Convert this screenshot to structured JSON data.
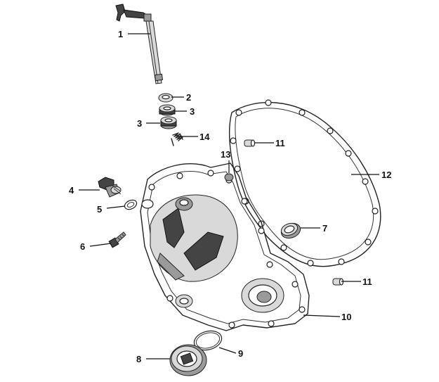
{
  "callouts": {
    "c1": "1",
    "c2": "2",
    "c3a": "3",
    "c3b": "3",
    "c4": "4",
    "c5": "5",
    "c6": "6",
    "c7": "7",
    "c8": "8",
    "c9": "9",
    "c10": "10",
    "c11a": "11",
    "c11b": "11",
    "c12": "12",
    "c13": "13",
    "c14": "14"
  },
  "colors": {
    "line": "#222222",
    "shade": "#9a9a9a",
    "background": "#ffffff"
  }
}
